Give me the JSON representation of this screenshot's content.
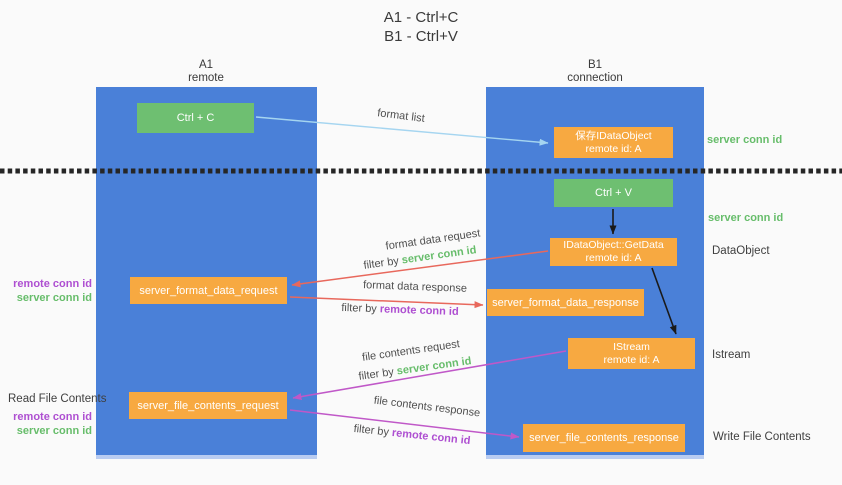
{
  "title": {
    "line1": "A1 - Ctrl+C",
    "line2": "B1 - Ctrl+V"
  },
  "lifelines": {
    "left": {
      "name": "A1",
      "role": "remote"
    },
    "right": {
      "name": "B1",
      "role": "connection"
    }
  },
  "nodes": {
    "ctrl_c": {
      "label": "Ctrl + C"
    },
    "ctrl_v": {
      "label": "Ctrl + V"
    },
    "save_dataobject": {
      "line1": "保存IDataObject",
      "line2": "remote id: A"
    },
    "getdata": {
      "line1": "IDataObject::GetData",
      "line2": "remote id: A"
    },
    "istream": {
      "line1": "IStream",
      "line2": "remote id: A"
    },
    "server_format_data_request": {
      "label": "server_format_data_request"
    },
    "server_format_data_response": {
      "label": "server_format_data_response"
    },
    "server_file_contents_request": {
      "label": "server_file_contents_request"
    },
    "server_file_contents_response": {
      "label": "server_file_contents_response"
    }
  },
  "edge_labels": {
    "format_list": "format list",
    "format_data_request": "format data request",
    "format_data_response": "format data response",
    "file_contents_request": "file contents request",
    "file_contents_response": "file contents response",
    "filter_by": "filter by",
    "server_conn_id": "server conn id",
    "remote_conn_id": "remote conn id"
  },
  "annotations": {
    "left": {
      "pair1": {
        "remote": "remote conn id",
        "server": "server conn id"
      },
      "read_file_contents": "Read File Contents",
      "pair2": {
        "remote": "remote conn id",
        "server": "server conn id"
      }
    },
    "right": {
      "server_conn_id_top": "server conn id",
      "server_conn_id_mid": "server conn id",
      "dataobject": "DataObject",
      "istream": "Istream",
      "write_file_contents": "Write File Contents"
    }
  },
  "colors": {
    "lifeline_blue": "#4a80d8",
    "node_orange": "#f7a941",
    "node_green": "#6ebf71",
    "arrow_red": "#e8685c",
    "arrow_magenta": "#c058c8",
    "arrow_light_blue": "#a5d5f0",
    "arrow_black": "#1a1a1a",
    "text_green": "#67bd6b",
    "text_purple": "#ae4fd1"
  }
}
